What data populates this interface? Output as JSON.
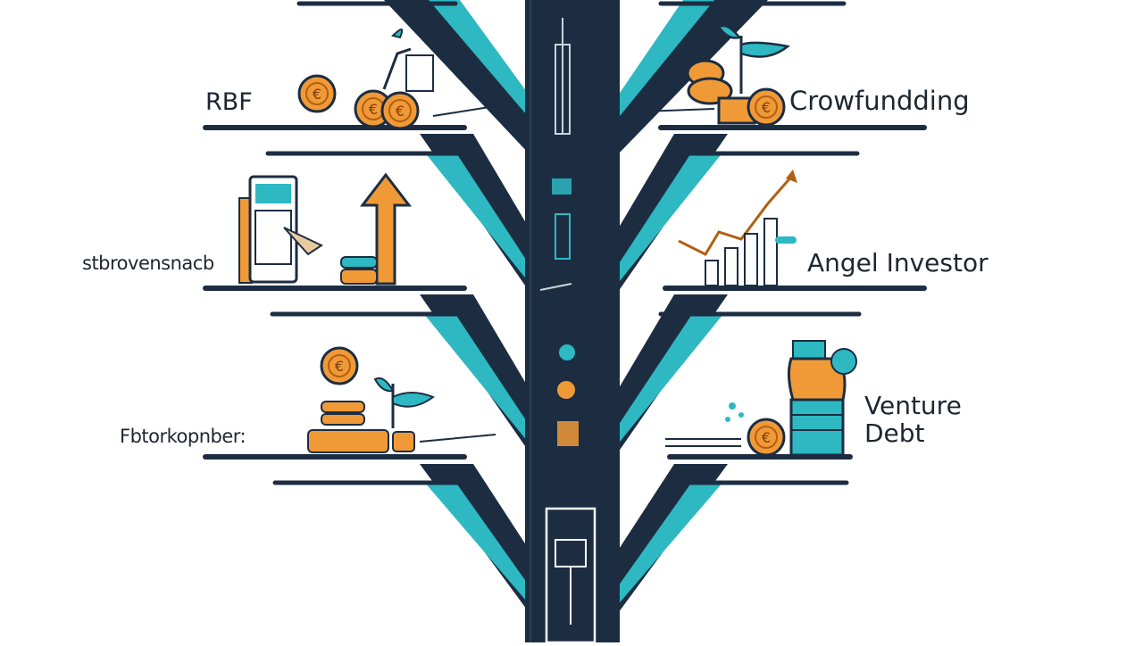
{
  "labels": {
    "rbf": "RBF",
    "crowdfunding": "Crowfundding",
    "left_middle": "stbrovensnacb",
    "angel": "Angel Investor",
    "left_bottom": "Fbtorkopnber:",
    "venture": "Venture\nDebt"
  },
  "colors": {
    "trunk": "#1c2d42",
    "teal": "#2db8c2",
    "orange": "#f09a37",
    "coin_outline": "#1c2d42",
    "shelf": "#1c2d42"
  }
}
